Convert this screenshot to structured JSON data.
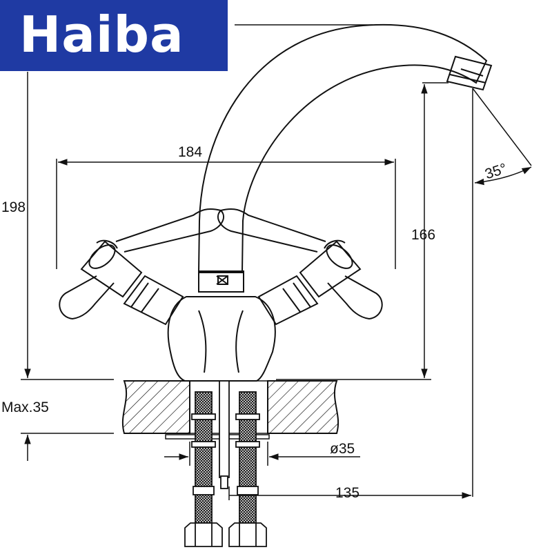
{
  "brand": {
    "name": "Haiba",
    "color": "#1f3aa3"
  },
  "dimensions": {
    "width_handles": "184",
    "total_height": "198",
    "spout_height": "166",
    "spout_angle": "35°",
    "counter_thickness": "Max.35",
    "hole_diameter": "ø35",
    "spout_reach": "135"
  },
  "colors": {
    "line": "#111111",
    "background": "#ffffff"
  }
}
